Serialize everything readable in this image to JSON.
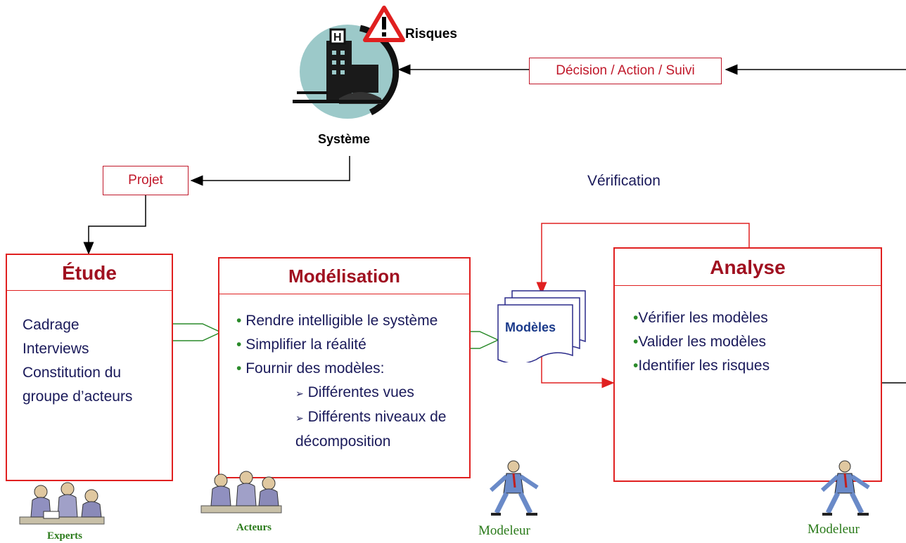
{
  "systeme": {
    "label": "Système",
    "risk_label": "Risques"
  },
  "decision_box": {
    "label": "Décision / Action / Suivi"
  },
  "projet_box": {
    "label": "Projet"
  },
  "verification_label": "Vérification",
  "etude": {
    "title": "Étude",
    "items": [
      "Cadrage",
      "Interviews",
      "Constitution du",
      "groupe d’acteurs"
    ]
  },
  "modelisation": {
    "title": "Modélisation",
    "items": [
      "Rendre intelligible le système",
      "Simplifier la réalité",
      "Fournir des modèles:"
    ],
    "sub_items": [
      "Différentes vues",
      "Différents niveaux de"
    ],
    "continuation": "décomposition"
  },
  "modeles_doc": {
    "label": "Modèles"
  },
  "analyse": {
    "title": "Analyse",
    "items": [
      "Vérifier les modèles",
      "Valider les modèles",
      "Identifier les risques"
    ]
  },
  "captions": {
    "experts": "Experts",
    "acteurs": "Acteurs",
    "modeleur_1": "Modeleur",
    "modeleur_2": "Modeleur"
  },
  "colors": {
    "accent_red": "#e02020",
    "title_red": "#a01020",
    "text_navy": "#1a1a5a",
    "caption_green": "#2a7a1a"
  },
  "icons": [
    "hospital-building-icon",
    "warning-triangle-icon",
    "group-people-icon",
    "man-figure-icon",
    "document-stack-icon"
  ]
}
